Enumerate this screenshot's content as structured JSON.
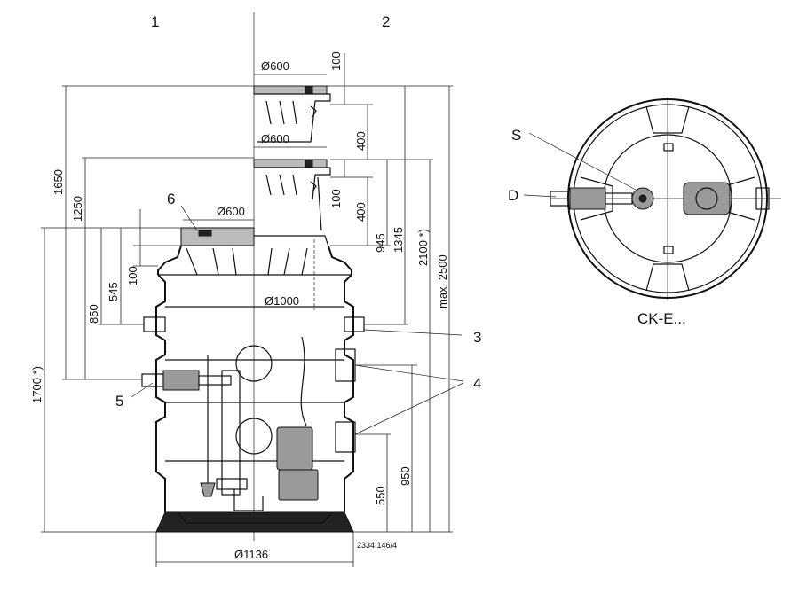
{
  "views": {
    "view_1": "1",
    "view_2": "2"
  },
  "dimensions": {
    "d600_top": "Ø600",
    "d600_mid": "Ø600",
    "d600_low": "Ø600",
    "d1000": "Ø1000",
    "d1136": "Ø1136",
    "v100_a": "100",
    "v400_a": "400",
    "v100_b": "100",
    "v400_b": "400",
    "v945": "945",
    "v1345": "1345",
    "v2100": "2100 *)",
    "vmax2500": "max. 2500",
    "v1650": "1650",
    "v1250": "1250",
    "v100_c": "100",
    "v545": "545",
    "v850": "850",
    "v1700": "1700 *)",
    "v950": "950",
    "v550": "550"
  },
  "callouts": {
    "c3": "3",
    "c4": "4",
    "c5": "5",
    "c6": "6",
    "cS": "S",
    "cD": "D"
  },
  "plan_view_label": "CK-E...",
  "drawing_number": "2334:146/4"
}
